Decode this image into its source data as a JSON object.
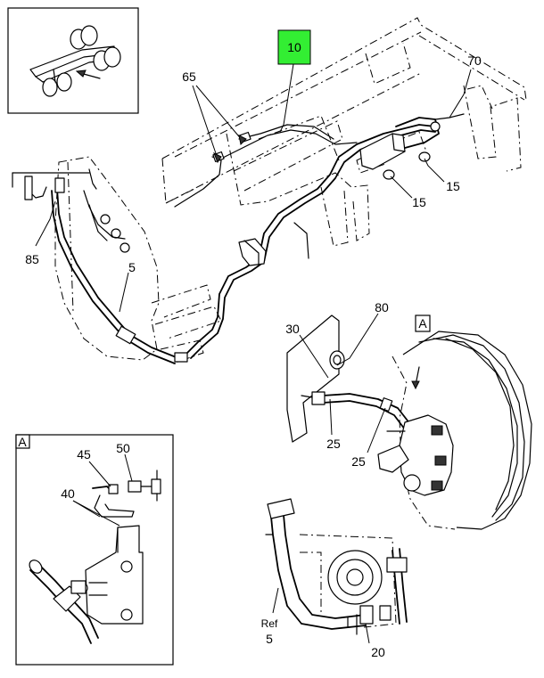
{
  "callouts": {
    "c10": "10",
    "c65": "65",
    "c70": "70",
    "c15a": "15",
    "c15b": "15",
    "c85": "85",
    "c5": "5",
    "c30": "30",
    "c80": "80",
    "c25a": "25",
    "c25b": "25",
    "c45": "45",
    "c50": "50",
    "c40": "40",
    "c20": "20",
    "ref": "Ref",
    "ref5": "5"
  },
  "view_labels": {
    "detail_a": "A",
    "inset_a": "A"
  },
  "colors": {
    "highlight_callout": "#33ee33",
    "line": "#000000",
    "background": "#ffffff"
  }
}
